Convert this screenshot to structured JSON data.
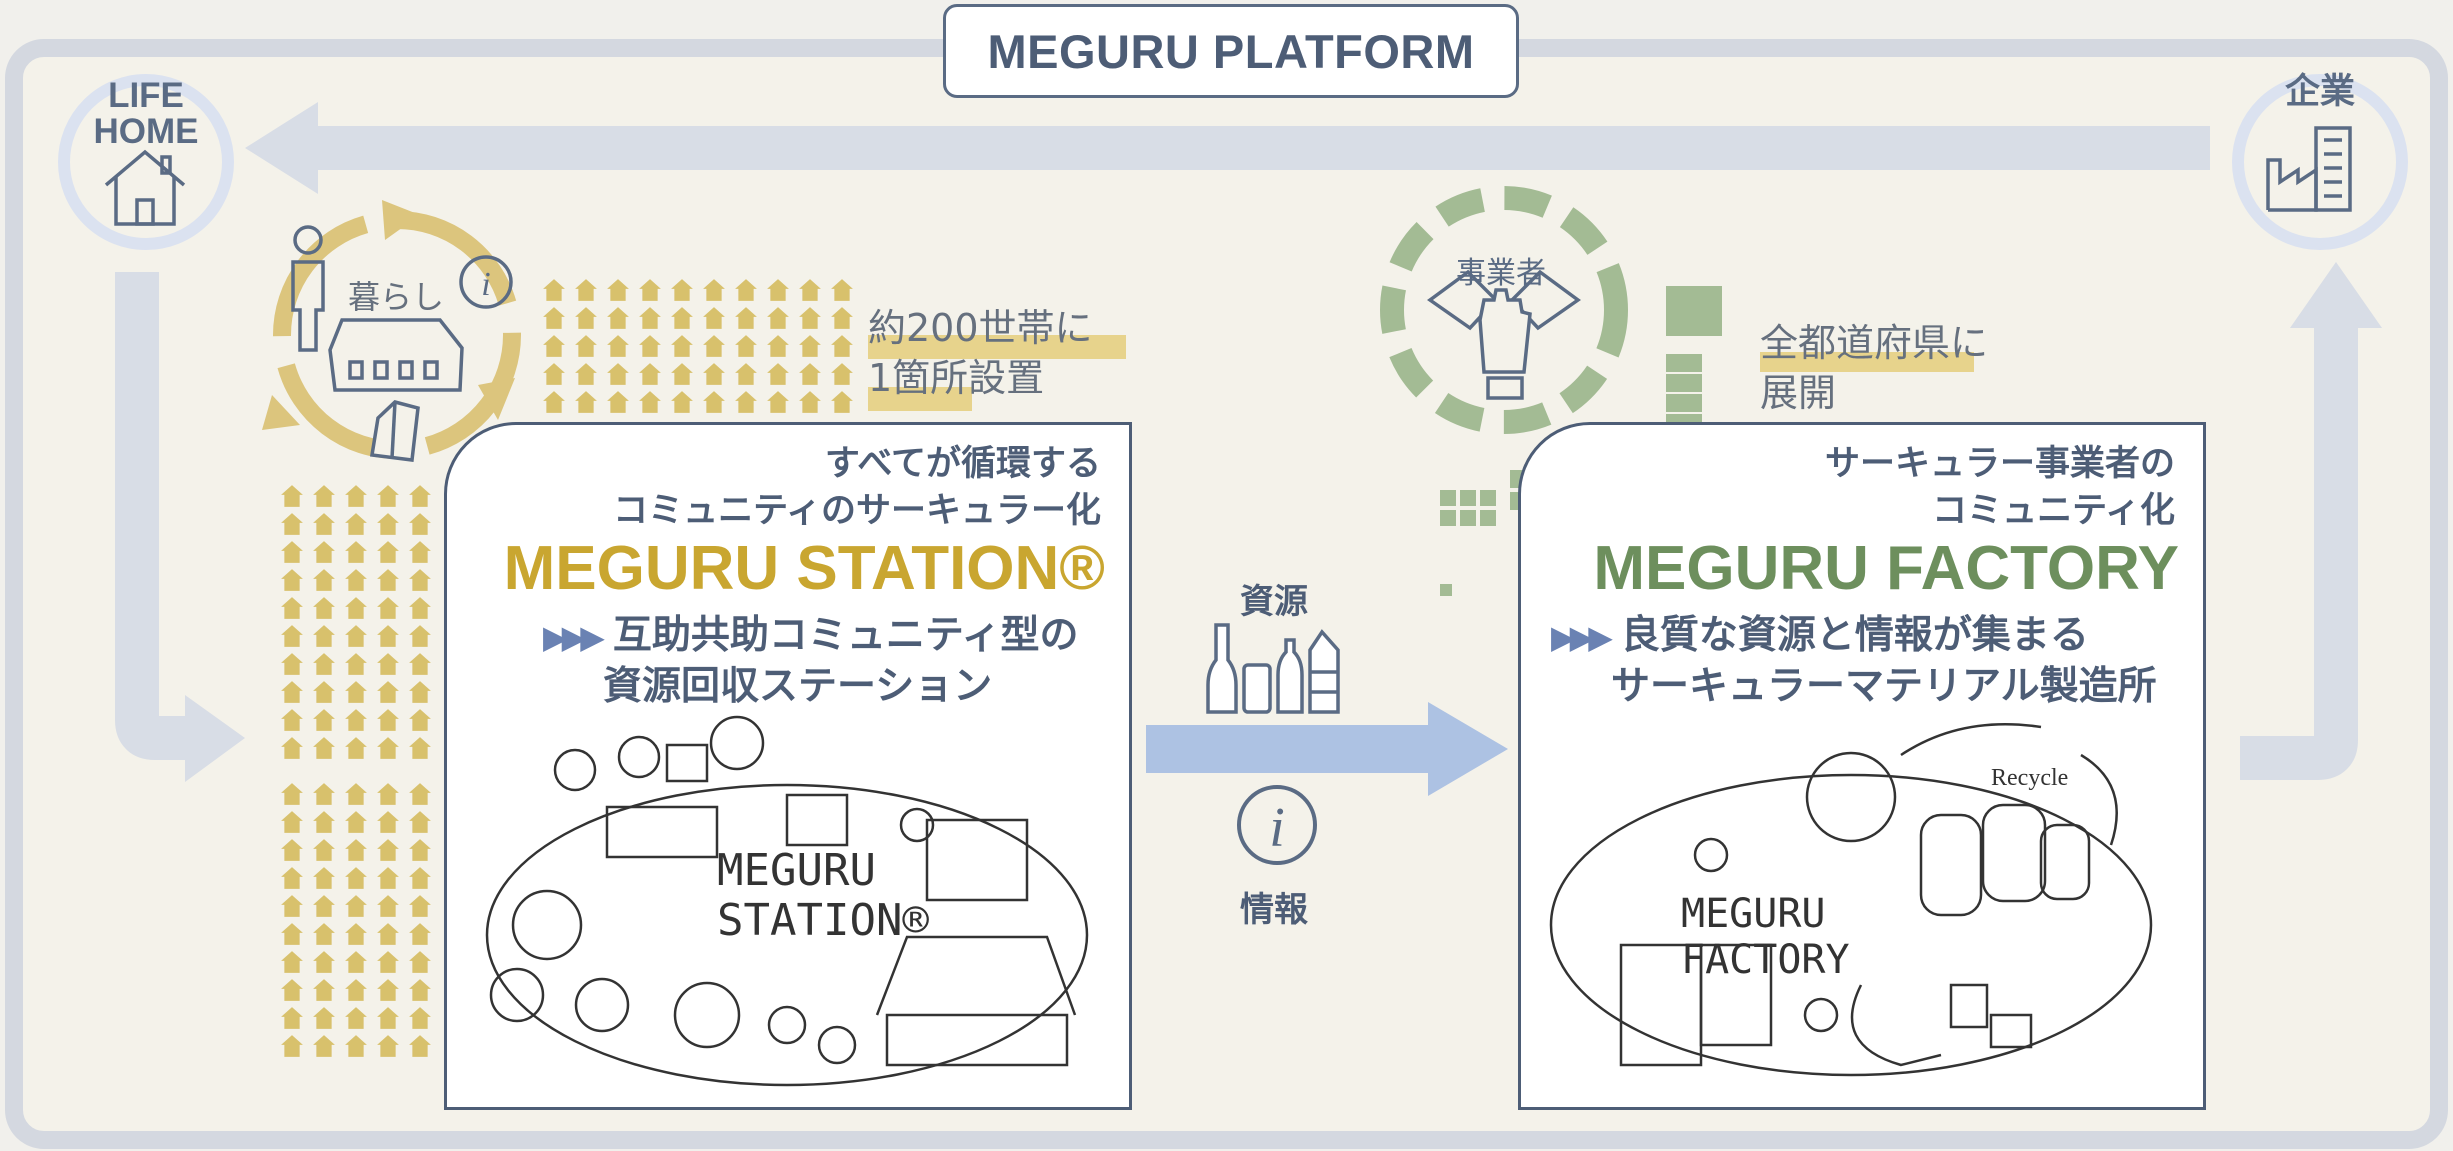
{
  "platform_title": "MEGURU PLATFORM",
  "nodes": {
    "home_label_line1": "LIFE",
    "home_label_line2": "HOME",
    "company_label": "企業"
  },
  "station": {
    "cycle_label": "暮らし",
    "note_line1": "約200世帯に",
    "note_line2": "1箇所設置",
    "subtitle_line1": "すべてが循環する",
    "subtitle_line2": "コミュニティのサーキュラー化",
    "brand": "MEGURU STATION®",
    "desc_line1": "互助共助コミュニティ型の",
    "desc_line2": "資源回収ステーション",
    "illustration_text_line1": "MEGURU",
    "illustration_text_line2": "STATION®"
  },
  "flow": {
    "resource_label": "資源",
    "info_label": "情報"
  },
  "factory": {
    "ring_label": "事業者",
    "note_line1": "全都道府県に",
    "note_line2": "展開",
    "subtitle_line1": "サーキュラー事業者の",
    "subtitle_line2": "コミュニティ化",
    "brand": "MEGURU FACTORY",
    "desc_line1": "良質な資源と情報が集まる",
    "desc_line2": "サーキュラーマテリアル製造所",
    "illustration_text_line1": "MEGURU",
    "illustration_text_line2": "FACTORY",
    "recycle_label": "Recycle"
  },
  "colors": {
    "gold": "#c9a630",
    "green": "#6d8f5d",
    "navy": "#4d5d76",
    "arrow_light": "#d8dde6",
    "arrow_blue": "#adc2e3",
    "house_gold": "#d8c16c",
    "map_green": "#a3bb94"
  }
}
